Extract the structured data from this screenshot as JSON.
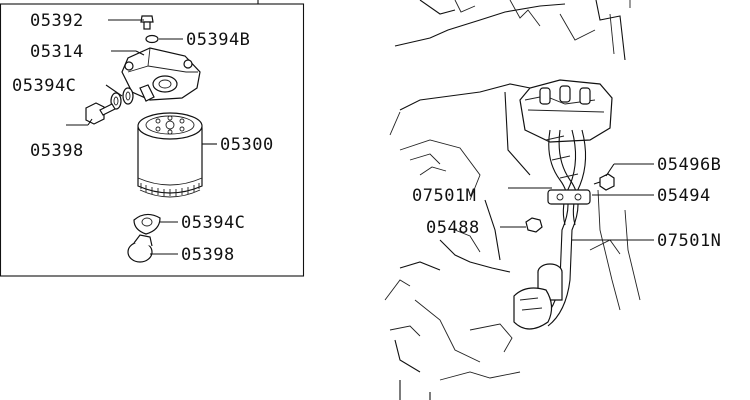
{
  "inset_labels": {
    "p05392": "05392",
    "p05394B": "05394B",
    "p05314": "05314",
    "p05394C_top": "05394C",
    "p05300": "05300",
    "p05398_top": "05398",
    "p05394C_bottom": "05394C",
    "p05398_bottom": "05398"
  },
  "engine_labels": {
    "p05496B": "05496B",
    "p07501M": "07501M",
    "p05494": "05494",
    "p05488": "05488",
    "p07501N": "07501N"
  }
}
